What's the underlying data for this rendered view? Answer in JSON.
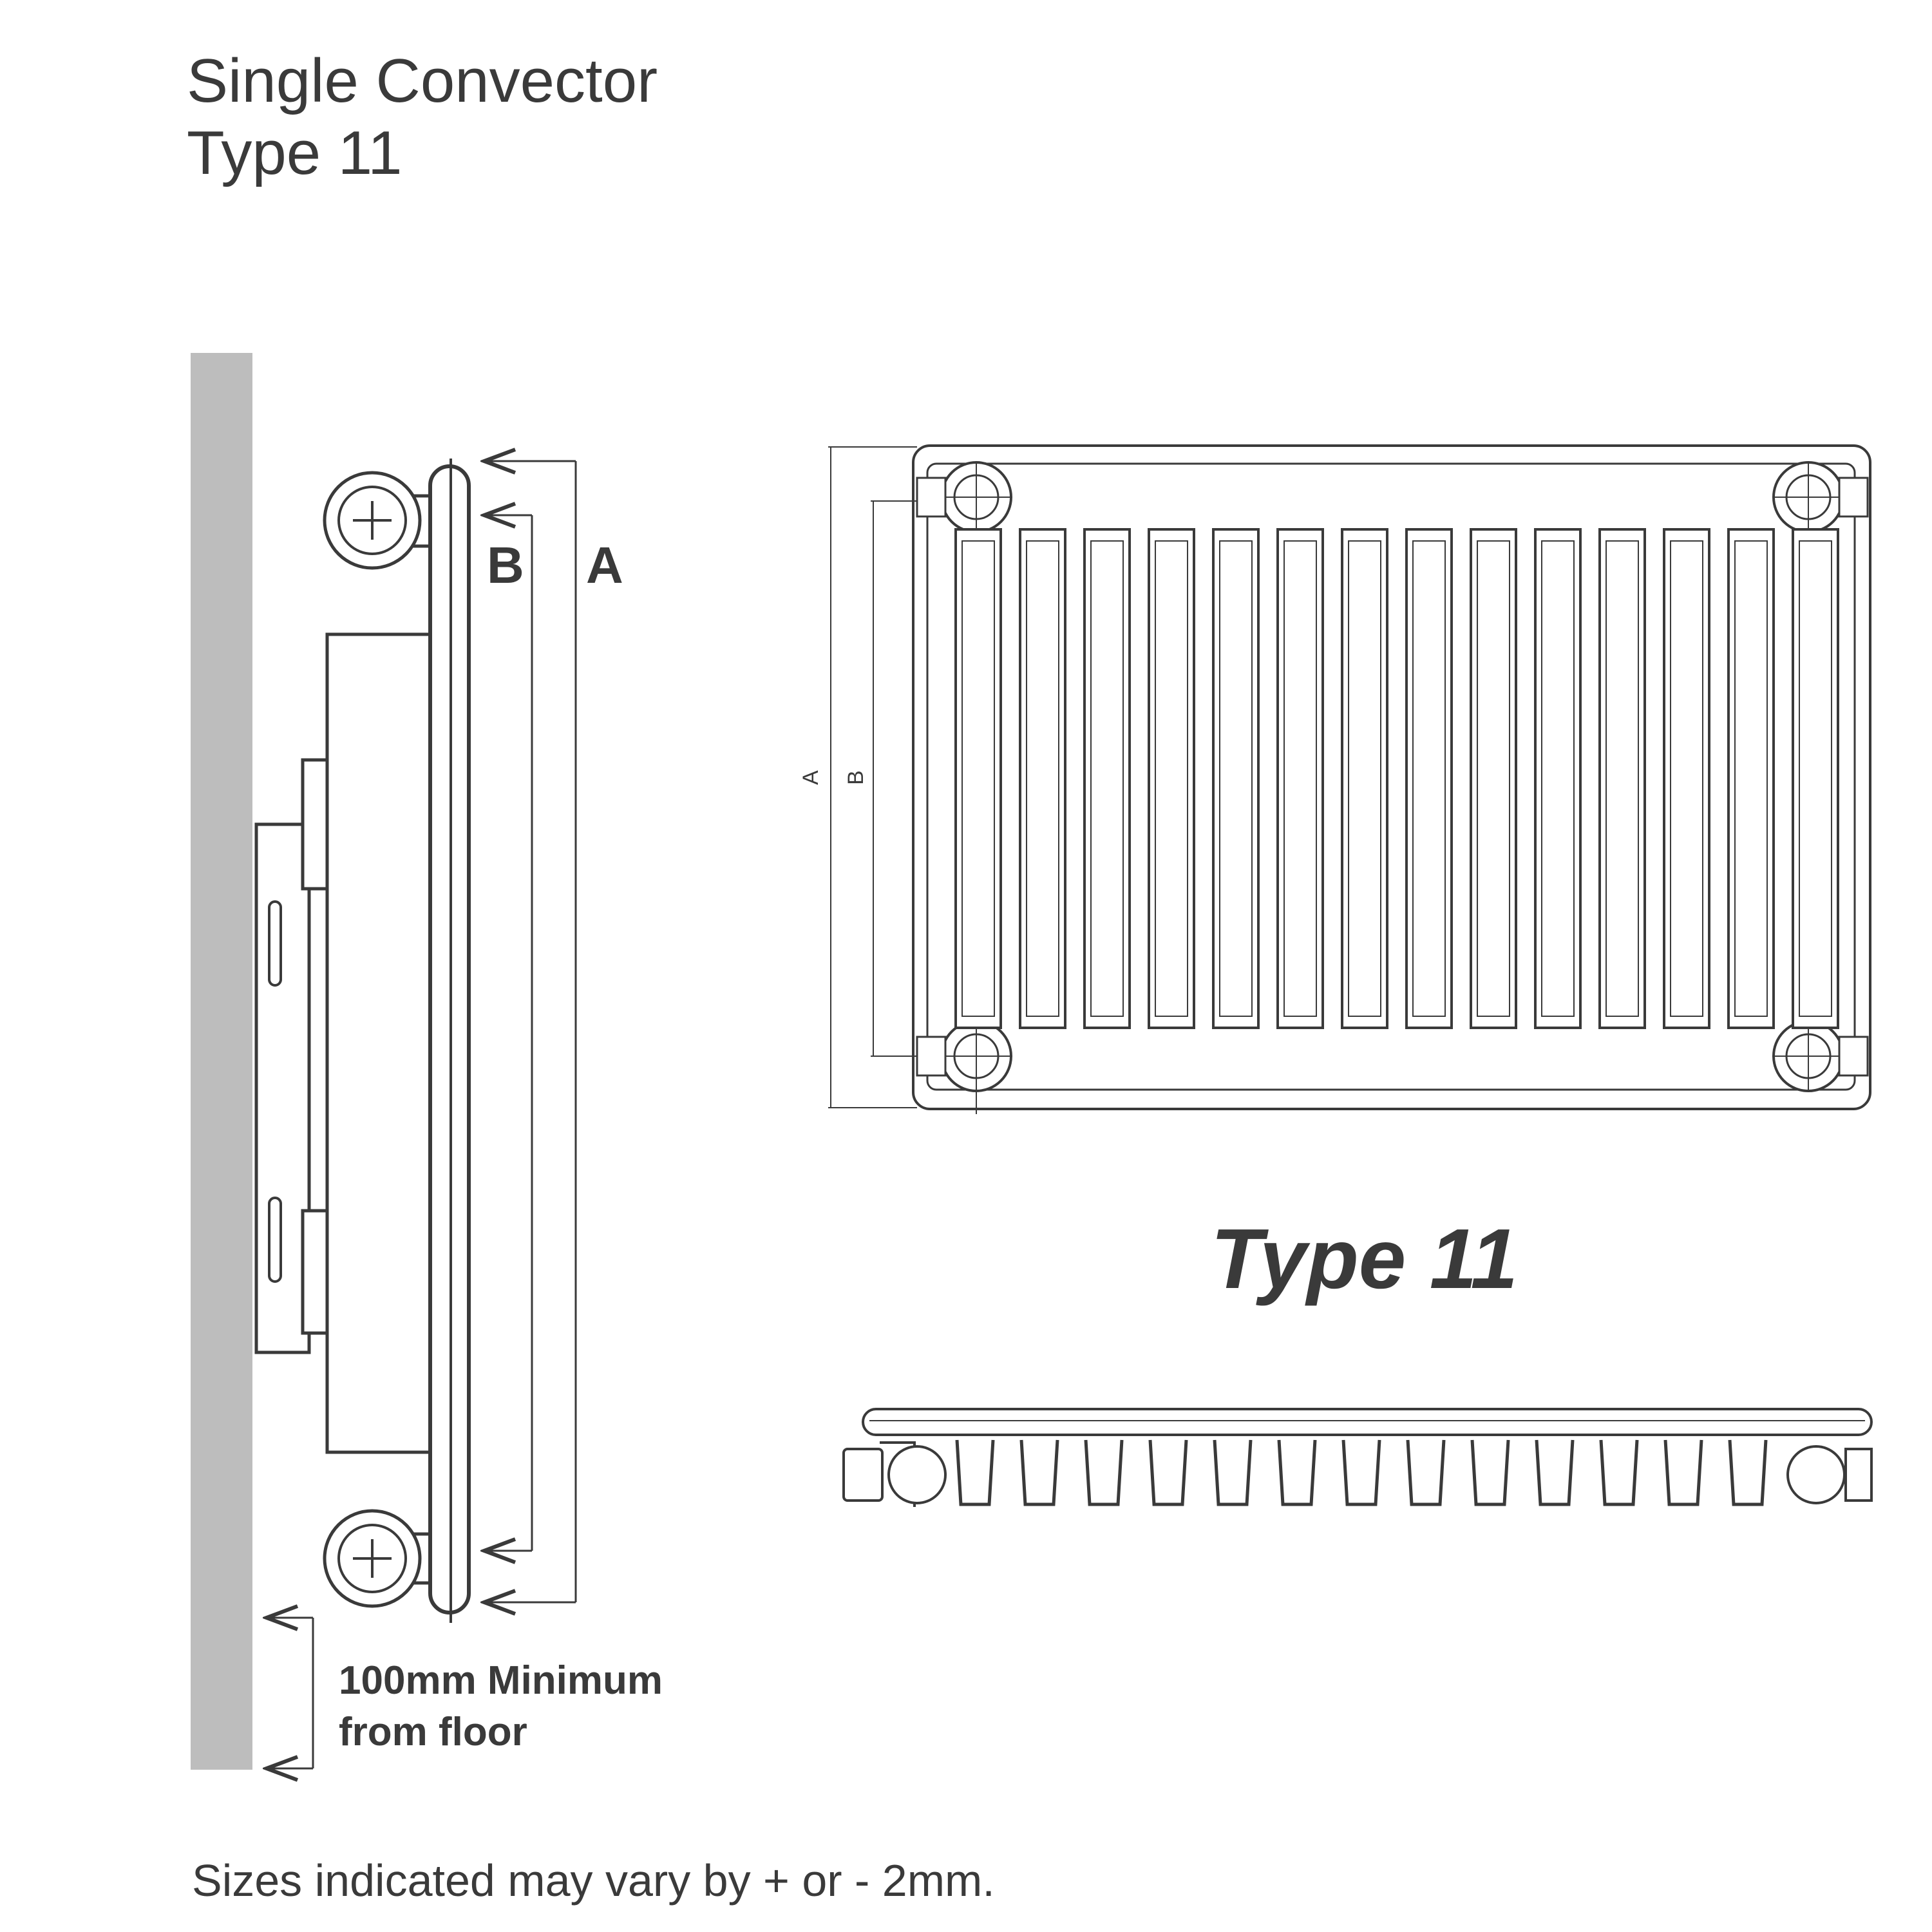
{
  "title": {
    "line1": "Single Convector",
    "line2": "Type 11"
  },
  "side_view": {
    "label_b": "B",
    "label_a": "A",
    "floor_note_line1": "100mm Minimum",
    "floor_note_line2": "from floor"
  },
  "front_view": {
    "label_a": "A",
    "label_b": "B",
    "heading": "Type 11"
  },
  "footer": {
    "note": "Sizes indicated may vary by + or - 2mm."
  },
  "colors": {
    "wall": "#bdbdbd",
    "line": "#3a3a3a"
  }
}
